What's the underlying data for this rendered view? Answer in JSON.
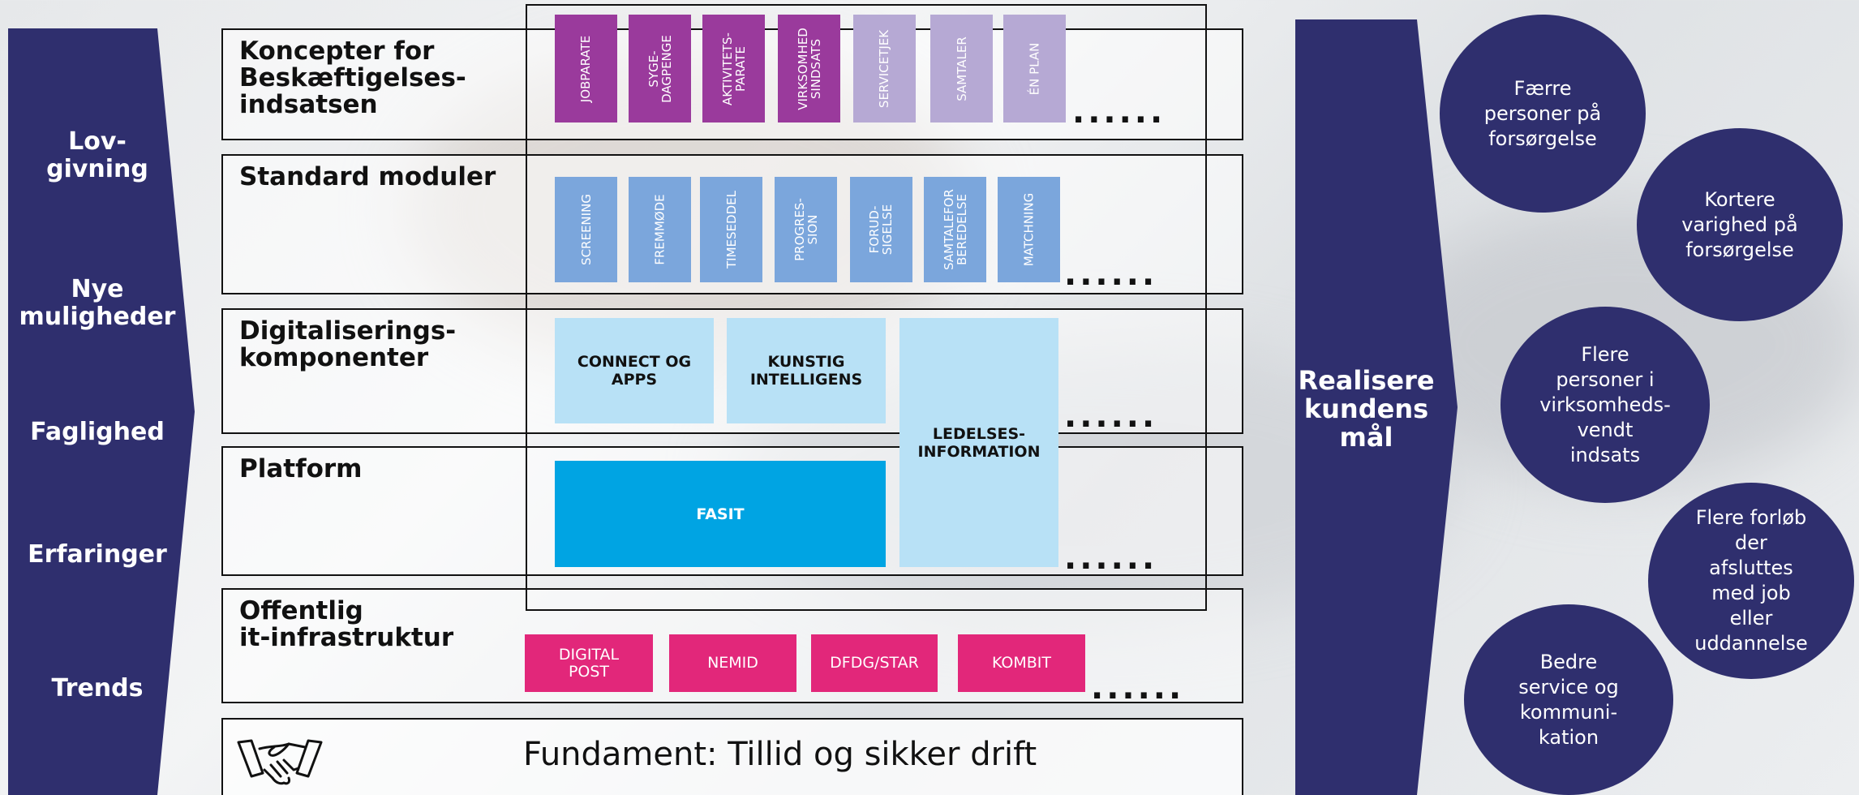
{
  "left_arrow": {
    "items": [
      "Lov-\ngivning",
      "Nye\nmuligheder",
      "Faglighed",
      "Erfaringer",
      "Trends"
    ]
  },
  "rows": {
    "koncepter": {
      "title": "Koncepter for\nBeskæftigelses-\nindsatsen",
      "tiles": [
        "JOBPARATE",
        "SYGE-\nDAGPENGE",
        "AKTIVITETS-\nPARATE",
        "VIRKSOMHED\nSINDSATS",
        "SERVICETJEK",
        "SAMTALER",
        "ÉN PLAN"
      ],
      "more": "......"
    },
    "standard": {
      "title": "Standard moduler",
      "tiles": [
        "SCREENING",
        "FREMMØDE",
        "TIMESEDDEL",
        "PROGRES-\nSION",
        "FORUD-\nSIGELSE",
        "SAMTALEFOR\nBEREDELSE",
        "MATCHNING"
      ],
      "more": "......"
    },
    "digital": {
      "title": "Digitaliserings-\nkomponenter",
      "tiles": [
        "CONNECT OG\nAPPS",
        "KUNSTIG\nINTELLIGENS",
        "LEDELSES-\nINFORMATION"
      ],
      "more": "......"
    },
    "platform": {
      "title": "Platform",
      "tiles": [
        "FASIT"
      ],
      "more": "......"
    },
    "offentlig": {
      "title": "Offentlig\nit-infrastruktur",
      "tiles": [
        "DIGITAL\nPOST",
        "NEMID",
        "DFDG/STAR",
        "KOMBIT"
      ],
      "more": "......"
    },
    "fundament": {
      "text": "Fundament: Tillid og sikker drift",
      "icon": "handshake-icon"
    }
  },
  "right_arrow": {
    "label": "Realisere\nkundens\nmål"
  },
  "outcomes": [
    "Færre\npersoner på\nforsørgelse",
    "Kortere\nvarighed på\nforsørgelse",
    "Flere\npersoner i\nvirksomheds-\nvendt\nindsats",
    "Flere forløb\nder\nafsluttes\nmed job\neller\nuddannelse",
    "Bedre\nservice og\nkommuni-\nkation"
  ],
  "colors": {
    "navy": "#2f2f6e",
    "purple_dark": "#9a3a9c",
    "purple_light": "#b6a9d4",
    "blue_mid": "#7ba6dc",
    "blue_light": "#b8e1f6",
    "blue_bright": "#00a4e3",
    "pink": "#e2277a"
  }
}
